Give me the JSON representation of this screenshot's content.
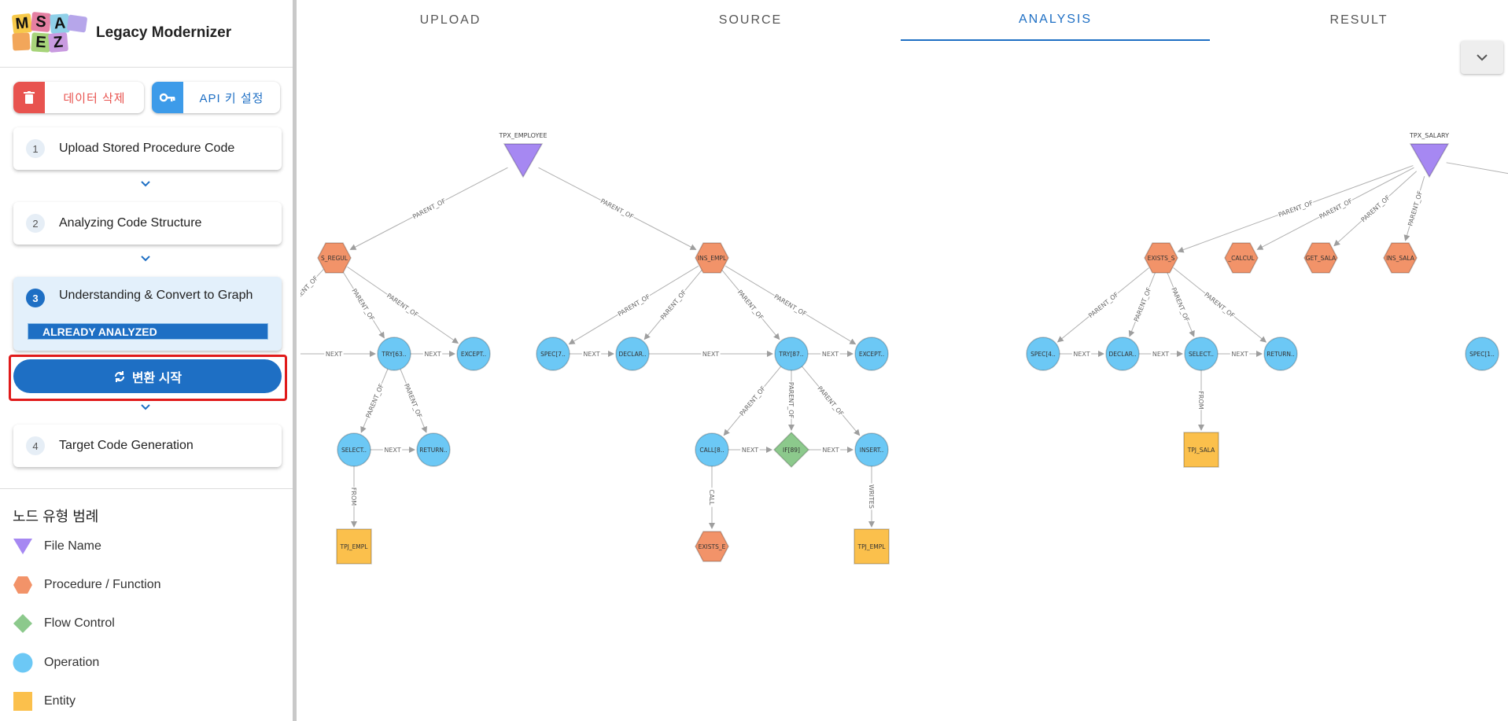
{
  "app": {
    "title": "Legacy Modernizer",
    "logo_letters": [
      "M",
      "S",
      "A",
      "E",
      "Z"
    ]
  },
  "actions": {
    "delete_label": "데이터 삭제",
    "api_label": "API 키 설정"
  },
  "steps": [
    {
      "number": "1",
      "title": "Upload Stored Procedure Code"
    },
    {
      "number": "2",
      "title": "Analyzing Code Structure"
    },
    {
      "number": "3",
      "title": "Understanding & Convert to Graph",
      "badge": "ALREADY ANALYZED",
      "button": "변환 시작"
    },
    {
      "number": "4",
      "title": "Target Code Generation"
    }
  ],
  "legend": {
    "title": "노드 유형 범례",
    "items": [
      {
        "label": "File Name",
        "icon": "triangle-icon",
        "color": "#a688f2"
      },
      {
        "label": "Procedure / Function",
        "icon": "hexagon-icon",
        "color": "#f29369"
      },
      {
        "label": "Flow Control",
        "icon": "diamond-icon",
        "color": "#8cc98c"
      },
      {
        "label": "Operation",
        "icon": "circle-icon",
        "color": "#6cc8f5"
      },
      {
        "label": "Entity",
        "icon": "square-icon",
        "color": "#fbc04c"
      }
    ]
  },
  "tabs": [
    {
      "label": "UPLOAD",
      "active": false
    },
    {
      "label": "SOURCE",
      "active": false
    },
    {
      "label": "ANALYSIS",
      "active": true
    },
    {
      "label": "RESULT",
      "active": false
    }
  ],
  "graph": {
    "colors": {
      "file": "#a688f2",
      "proc": "#f29369",
      "flow": "#8cc98c",
      "op": "#6cc8f5",
      "entity": "#fbc04c"
    },
    "nodes": [
      {
        "id": "f1",
        "type": "file",
        "label": "TPX_EMPLOYEE"
      },
      {
        "id": "f2",
        "type": "file",
        "label": "TPX_SALARY"
      },
      {
        "id": "p1",
        "type": "proc",
        "label": "S_REGUL"
      },
      {
        "id": "p2",
        "type": "proc",
        "label": "INS_EMPL"
      },
      {
        "id": "p3",
        "type": "proc",
        "label": "EXISTS_S"
      },
      {
        "id": "p4",
        "type": "proc",
        "label": "_CALCUL"
      },
      {
        "id": "p5",
        "type": "proc",
        "label": "GET_SALA"
      },
      {
        "id": "p6",
        "type": "proc",
        "label": "INS_SALA"
      },
      {
        "id": "p7",
        "type": "proc",
        "label": "EXISTS_E"
      },
      {
        "id": "o1",
        "type": "op",
        "label": "TRY[63.."
      },
      {
        "id": "o2",
        "type": "op",
        "label": "EXCEPT.."
      },
      {
        "id": "o3",
        "type": "op",
        "label": "SELECT.."
      },
      {
        "id": "o4",
        "type": "op",
        "label": "RETURN.."
      },
      {
        "id": "o5",
        "type": "op",
        "label": "SPEC[7.."
      },
      {
        "id": "o6",
        "type": "op",
        "label": "DECLAR.."
      },
      {
        "id": "o7",
        "type": "op",
        "label": "TRY[87.."
      },
      {
        "id": "o8",
        "type": "op",
        "label": "EXCEPT.."
      },
      {
        "id": "o9",
        "type": "op",
        "label": "CALL[8.."
      },
      {
        "id": "o10",
        "type": "op",
        "label": "INSERT.."
      },
      {
        "id": "o11",
        "type": "op",
        "label": "SPEC[4.."
      },
      {
        "id": "o12",
        "type": "op",
        "label": "DECLAR.."
      },
      {
        "id": "o13",
        "type": "op",
        "label": "SELECT.."
      },
      {
        "id": "o14",
        "type": "op",
        "label": "RETURN.."
      },
      {
        "id": "o15",
        "type": "op",
        "label": "SPEC[1.."
      },
      {
        "id": "c1",
        "type": "flow",
        "label": "IF[89]"
      },
      {
        "id": "e1",
        "type": "entity",
        "label": "TPJ_EMPL"
      },
      {
        "id": "e2",
        "type": "entity",
        "label": "TPJ_EMPL"
      },
      {
        "id": "e3",
        "type": "entity",
        "label": "TPJ_SALA"
      }
    ],
    "edges": [
      {
        "from": "f1",
        "to": "p1",
        "label": "PARENT_OF"
      },
      {
        "from": "f1",
        "to": "p2",
        "label": "PARENT_OF"
      },
      {
        "from": "p1",
        "to": "o1",
        "label": "PARENT_OF"
      },
      {
        "from": "p1",
        "to": "o2",
        "label": "PARENT_OF"
      },
      {
        "from": "p1",
        "to": "x_left",
        "label": "PARENT_OF"
      },
      {
        "from": "x_left2",
        "to": "o1",
        "label": "NEXT"
      },
      {
        "from": "o1",
        "to": "o2",
        "label": "NEXT"
      },
      {
        "from": "o1",
        "to": "o3",
        "label": "PARENT_OF"
      },
      {
        "from": "o1",
        "to": "o4",
        "label": "PARENT_OF"
      },
      {
        "from": "o3",
        "to": "o4",
        "label": "NEXT"
      },
      {
        "from": "o3",
        "to": "e1",
        "label": "FROM"
      },
      {
        "from": "p2",
        "to": "o5",
        "label": "PARENT_OF"
      },
      {
        "from": "p2",
        "to": "o6",
        "label": "PARENT_OF"
      },
      {
        "from": "p2",
        "to": "o7",
        "label": "PARENT_OF"
      },
      {
        "from": "p2",
        "to": "o8",
        "label": "PARENT_OF"
      },
      {
        "from": "o5",
        "to": "o6",
        "label": "NEXT"
      },
      {
        "from": "o6",
        "to": "o7",
        "label": "NEXT"
      },
      {
        "from": "o7",
        "to": "o8",
        "label": "NEXT"
      },
      {
        "from": "o7",
        "to": "o9",
        "label": "PARENT_OF"
      },
      {
        "from": "o7",
        "to": "c1",
        "label": "PARENT_OF"
      },
      {
        "from": "o7",
        "to": "o10",
        "label": "PARENT_OF"
      },
      {
        "from": "o9",
        "to": "c1",
        "label": "NEXT"
      },
      {
        "from": "c1",
        "to": "o10",
        "label": "NEXT"
      },
      {
        "from": "o9",
        "to": "p7",
        "label": "CALL"
      },
      {
        "from": "o10",
        "to": "e2",
        "label": "WRITES"
      },
      {
        "from": "f2",
        "to": "p3",
        "label": "PARENT_OF"
      },
      {
        "from": "f2",
        "to": "p4",
        "label": "PARENT_OF"
      },
      {
        "from": "f2",
        "to": "p5",
        "label": "PARENT_OF"
      },
      {
        "from": "f2",
        "to": "p6",
        "label": "PARENT_OF"
      },
      {
        "from": "f2",
        "to": "x_right",
        "label": ""
      },
      {
        "from": "p3",
        "to": "o11",
        "label": "PARENT_OF"
      },
      {
        "from": "p3",
        "to": "o12",
        "label": "PARENT_OF"
      },
      {
        "from": "p3",
        "to": "o13",
        "label": "PARENT_OF"
      },
      {
        "from": "p3",
        "to": "o14",
        "label": "PARENT_OF"
      },
      {
        "from": "o11",
        "to": "o12",
        "label": "NEXT"
      },
      {
        "from": "o12",
        "to": "o13",
        "label": "NEXT"
      },
      {
        "from": "o13",
        "to": "o14",
        "label": "NEXT"
      },
      {
        "from": "o13",
        "to": "e3",
        "label": "FROM"
      }
    ]
  }
}
